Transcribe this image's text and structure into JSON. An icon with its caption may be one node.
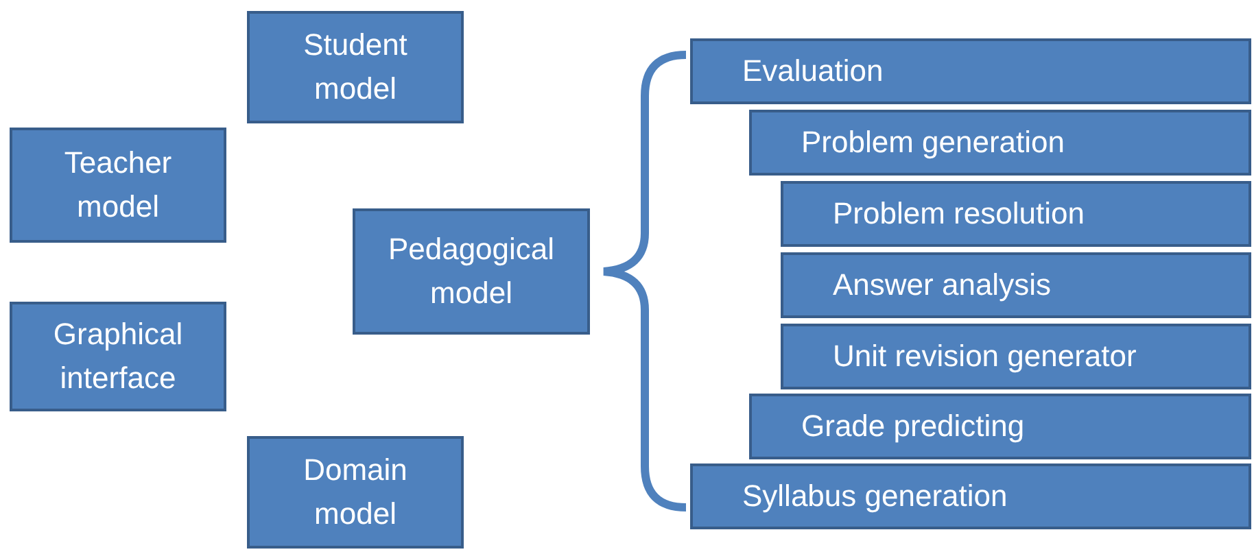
{
  "diagram": {
    "nodes": [
      {
        "text": [
          "Student model"
        ]
      },
      {
        "text": [
          "Teacher model"
        ]
      },
      {
        "text": [
          "Graphical interface"
        ]
      },
      {
        "text": [
          "Domain model"
        ]
      },
      {
        "text": [
          "Pedagogical model"
        ]
      },
      {
        "text": [
          "Evaluation"
        ]
      },
      {
        "text": [
          "Problem generation"
        ]
      },
      {
        "text": [
          "Problem resolution"
        ]
      },
      {
        "text": [
          "Answer analysis"
        ]
      },
      {
        "text": [
          "Unit revision generator"
        ]
      },
      {
        "text": [
          "Grade predicting"
        ]
      },
      {
        "text": [
          "Syllabus generation"
        ]
      }
    ]
  }
}
